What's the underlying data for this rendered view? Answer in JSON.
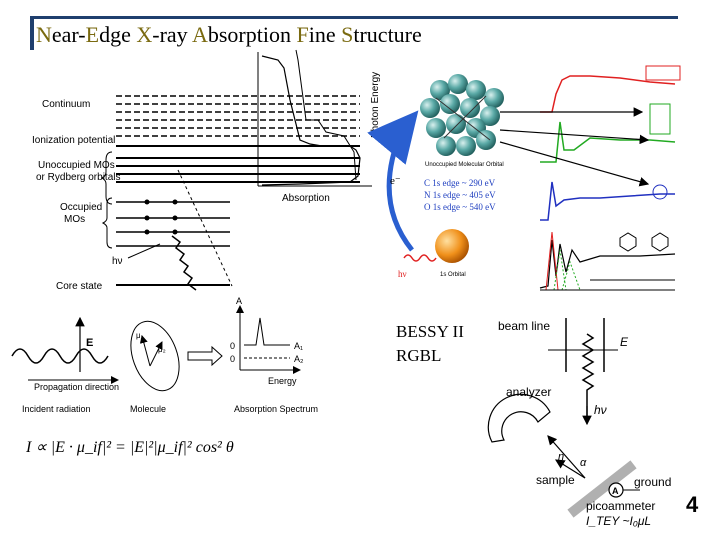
{
  "title": {
    "words": [
      {
        "cap": "N",
        "rest": "ear-"
      },
      {
        "cap": "E",
        "rest": "dge "
      },
      {
        "cap": "X",
        "rest": "-ray "
      },
      {
        "cap": "A",
        "rest": "bsorption "
      },
      {
        "cap": "F",
        "rest": "ine "
      },
      {
        "cap": "S",
        "rest": "tructure"
      }
    ]
  },
  "energy_diagram": {
    "levels": {
      "continuum": "Continuum",
      "ionization": "Ionization potential",
      "unoccupied_1": "Unoccupied MOs",
      "unoccupied_2": "or Rydberg orbitals",
      "occupied_1": "Occupied",
      "occupied_2": "MOs",
      "hv": "hν",
      "core": "Core state"
    },
    "axis_photon_energy": "Photon Energy",
    "axis_absorption": "Absorption"
  },
  "molecule_panel": {
    "orbital_label": "Unoccupied Molecular Orbital",
    "edges": [
      "C 1s edge ~ 290 eV",
      "N 1s edge ~ 405 eV",
      "O 1s edge ~ 540 eV"
    ],
    "electron_label": "e⁻",
    "hv_label": "hν",
    "orbital_1s": "1s Orbital"
  },
  "polarization": {
    "e_label": "E",
    "propagation": "Propagation direction",
    "incident": "Incident radiation",
    "molecule": "Molecule",
    "spectrum": "Absorption Spectrum",
    "axis_a": "A",
    "axis_energy": "Energy",
    "zero_1": "0",
    "zero_2": "0",
    "a1": "A₁",
    "a2": "A₂",
    "mu1": "μ₁",
    "mu2": "μ₂",
    "formula": "I ∝ |E · μ_if|² = |E|²|μ_if|² cos² θ"
  },
  "facility": {
    "line1": "BESSY II",
    "line2": "RGBL"
  },
  "setup": {
    "beam_line": "beam line",
    "e_vec": "E",
    "hv": "hν",
    "analyzer": "analyzer",
    "n_vec": "n",
    "alpha": "α",
    "sample": "sample",
    "ground": "ground",
    "ammeter_symbol": "A",
    "picoammeter": "picoammeter",
    "tey": "I_TEY ~I₀μL"
  },
  "page_number": "4",
  "colors": {
    "title_bar": "#1f3f6e",
    "title_initial": "#7a6a10",
    "spectrum_red": "#e02020",
    "spectrum_green": "#22aa22",
    "spectrum_blue": "#2030c0",
    "molecule_teal": "#3a8c8a",
    "arrow_blue": "#2a5fd0",
    "orange_orbital": "#e8860c"
  }
}
